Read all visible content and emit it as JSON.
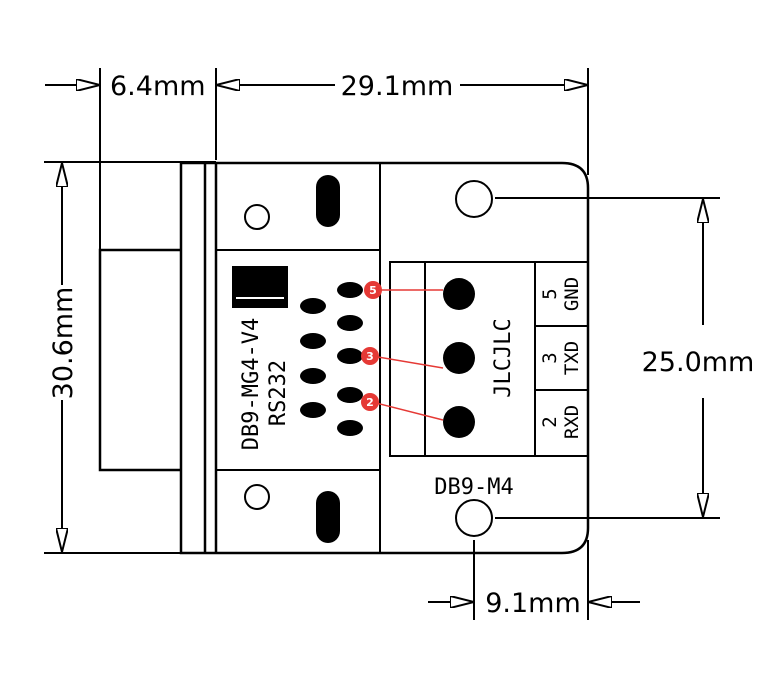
{
  "dimensions": {
    "left_offset": "6.4mm",
    "width": "29.1mm",
    "height": "30.6mm",
    "hole_spacing": "25.0mm",
    "hole_to_edge": "9.1mm"
  },
  "silkscreen": {
    "board_name": "DB9-MG4-V4",
    "protocol": "RS232",
    "maker": "JLCJLC",
    "module_name": "DB9-M4",
    "pins": [
      {
        "number": "5",
        "signal": "GND"
      },
      {
        "number": "3",
        "signal": "TXD"
      },
      {
        "number": "2",
        "signal": "RXD"
      }
    ]
  },
  "callouts": [
    "5",
    "3",
    "2"
  ],
  "colors": {
    "line": "#000000",
    "callout": "#e53935"
  }
}
